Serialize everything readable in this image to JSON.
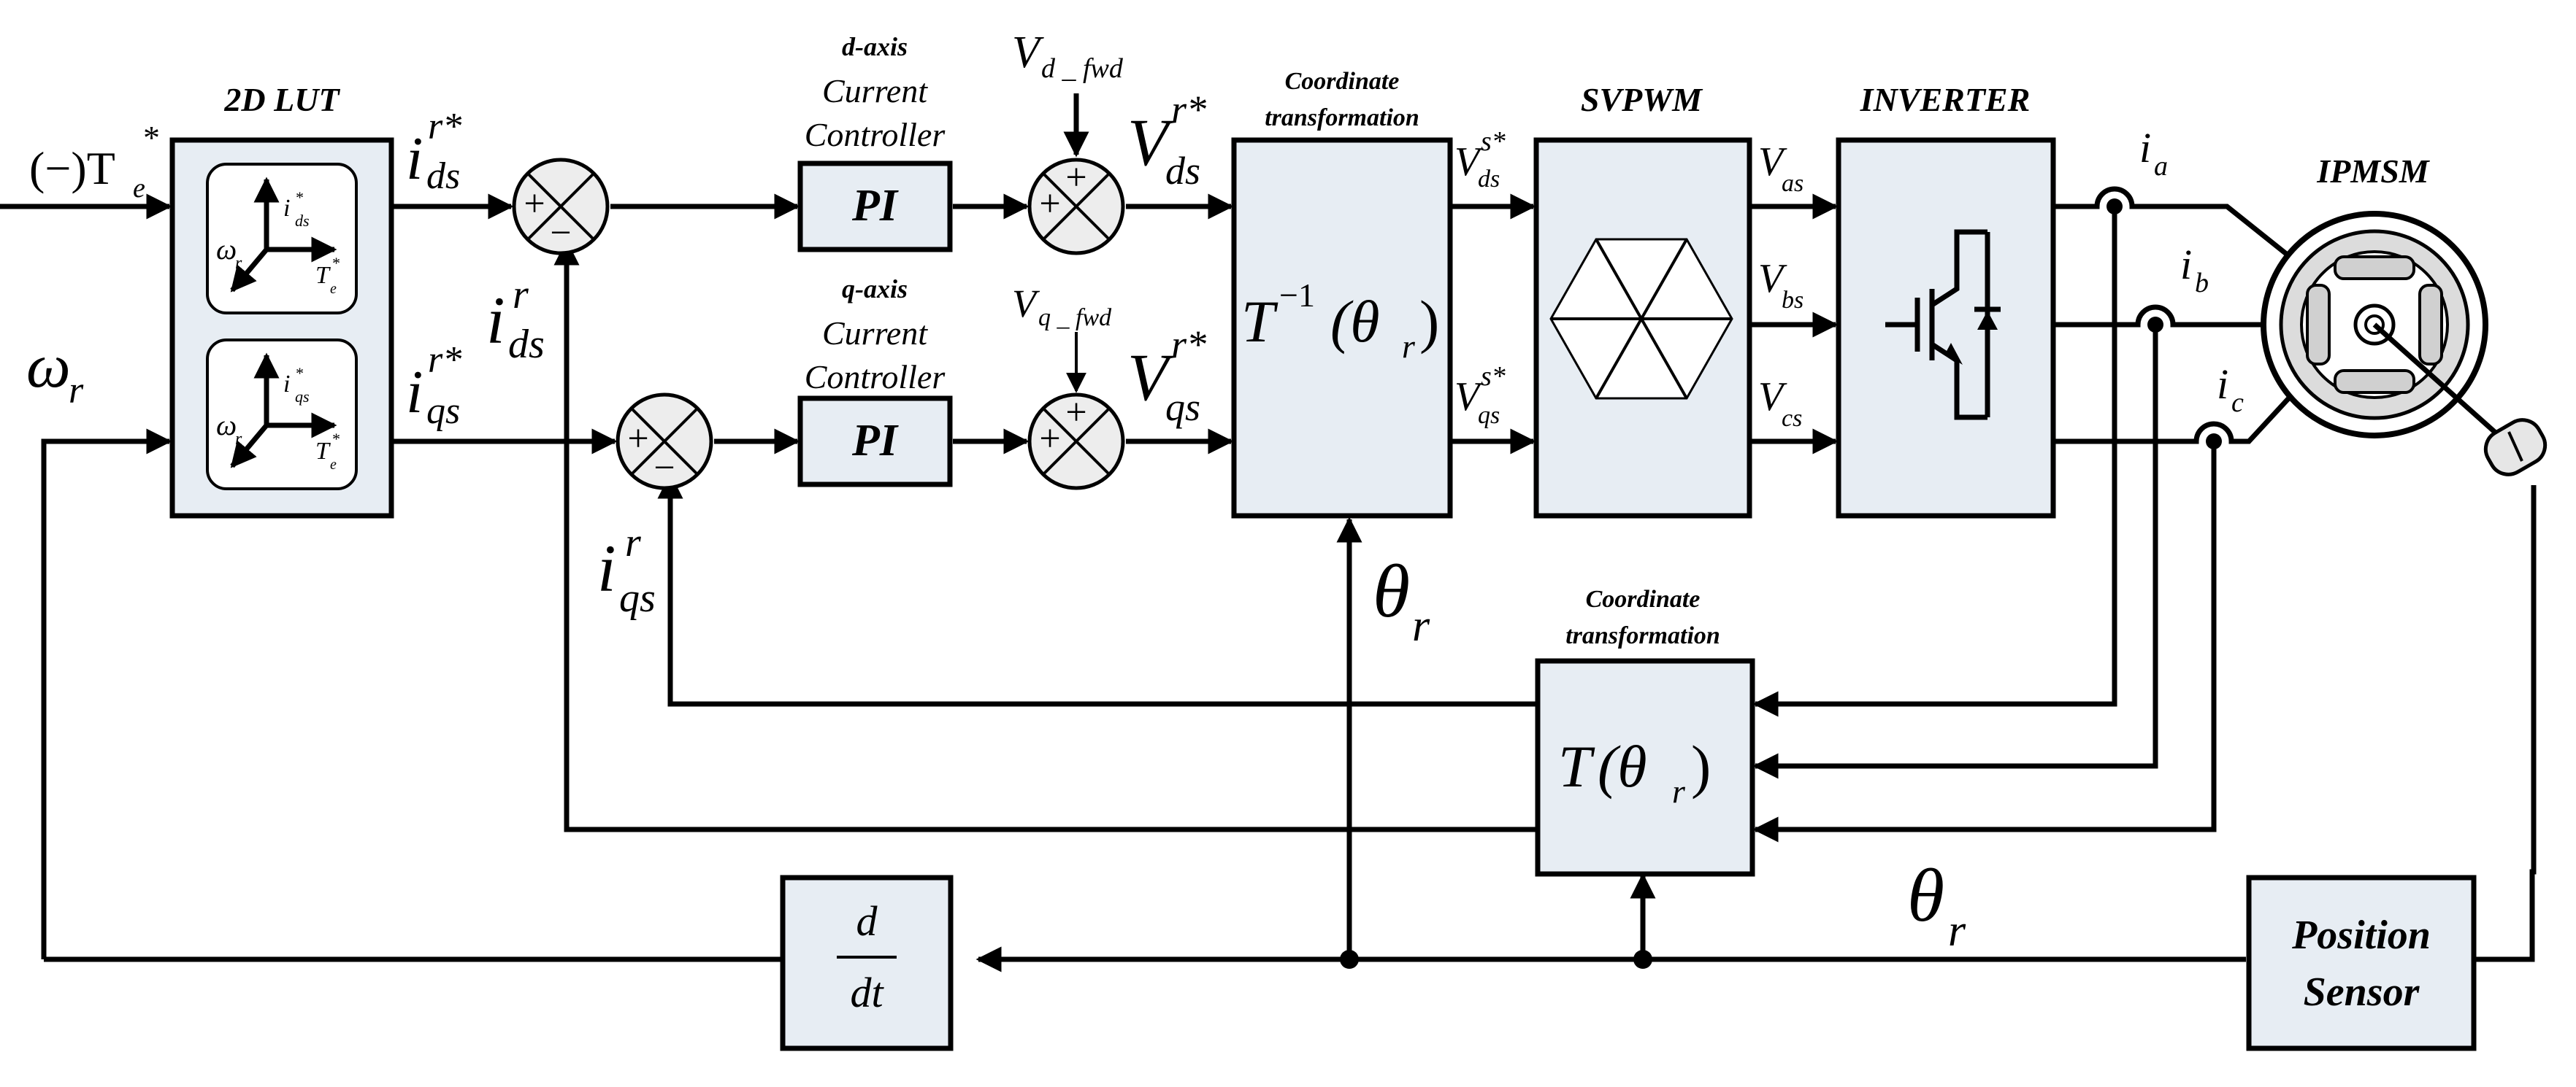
{
  "blocks": {
    "lut": {
      "title": "2D LUT"
    },
    "d_ctrl": {
      "line1": "d-axis",
      "line2": "Current",
      "line3": "Controller",
      "label": "PI"
    },
    "q_ctrl": {
      "line1": "q-axis",
      "line2": "Current",
      "line3": "Controller",
      "label": "PI"
    },
    "inv_tf": {
      "line1": "Coordinate",
      "line2": "transformation",
      "func": "T",
      "exp": "−1",
      "arg": "(θ",
      "argsub": "r",
      "close": ")"
    },
    "svpwm": {
      "title": "SVPWM"
    },
    "inverter": {
      "title": "INVERTER"
    },
    "motor": {
      "title": "IPMSM"
    },
    "fwd_tf": {
      "line1": "Coordinate",
      "line2": "transformation",
      "func": "T",
      "arg": "(θ",
      "argsub": "r",
      "close": ")"
    },
    "deriv": {
      "num": "d",
      "den": "dt"
    },
    "sensor": {
      "line1": "Position",
      "line2": "Sensor"
    }
  },
  "signals": {
    "torque_ref": {
      "prefix": "(−)T",
      "sub": "e",
      "sup": "*"
    },
    "omega": {
      "main": "ω",
      "sub": "r"
    },
    "ids_ref": {
      "main": "i",
      "sub": "ds",
      "sup": "r*"
    },
    "iqs_ref": {
      "main": "i",
      "sub": "qs",
      "sup": "r*"
    },
    "ids_fb": {
      "main": "i",
      "sub": "ds",
      "sup": "r"
    },
    "iqs_fb": {
      "main": "i",
      "sub": "qs",
      "sup": "r"
    },
    "vd_fwd": {
      "main": "V",
      "sub": "d _ fwd"
    },
    "vq_fwd": {
      "main": "V",
      "sub": "q _ fwd"
    },
    "vds_ref": {
      "main": "V",
      "sub": "ds",
      "sup": "r*"
    },
    "vqs_ref": {
      "main": "V",
      "sub": "qs",
      "sup": "r*"
    },
    "vds_s": {
      "main": "V",
      "sub": "ds",
      "sup": "s*"
    },
    "vqs_s": {
      "main": "V",
      "sub": "qs",
      "sup": "s*"
    },
    "vas": {
      "main": "V",
      "sub": "as"
    },
    "vbs": {
      "main": "V",
      "sub": "bs"
    },
    "vcs": {
      "main": "V",
      "sub": "cs"
    },
    "ia": {
      "main": "i",
      "sub": "a"
    },
    "ib": {
      "main": "i",
      "sub": "b"
    },
    "ic": {
      "main": "i",
      "sub": "c"
    },
    "theta_mid": {
      "main": "θ",
      "sub": "r"
    },
    "theta_right": {
      "main": "θ",
      "sub": "r"
    }
  },
  "lut_axes": {
    "top": {
      "up": "i",
      "up_sub": "ds",
      "up_sup": "*",
      "left": "ω",
      "left_sub": "r",
      "right": "T",
      "right_sub": "e",
      "right_sup": "*"
    },
    "bottom": {
      "up": "i",
      "up_sub": "qs",
      "up_sup": "*",
      "left": "ω",
      "left_sub": "r",
      "right": "T",
      "right_sub": "e",
      "right_sup": "*"
    }
  },
  "summing_signs": {
    "plus": "+",
    "minus": "−"
  }
}
